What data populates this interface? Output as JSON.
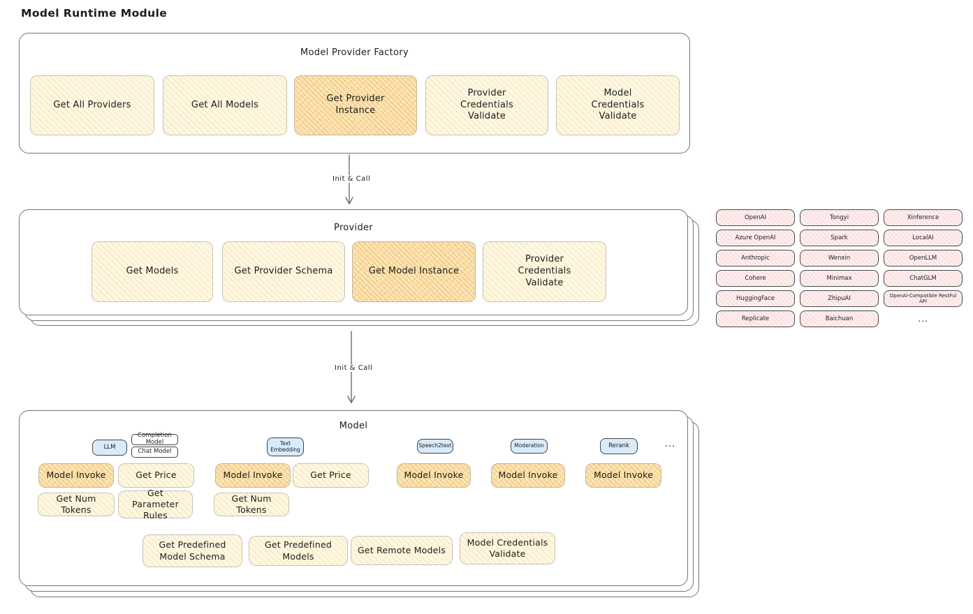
{
  "page_title": "Model Runtime Module",
  "arrows": {
    "factory_to_provider": "Init & Call",
    "provider_to_model": "Init & Call"
  },
  "factory": {
    "title": "Model Provider Factory",
    "buttons": [
      "Get All Providers",
      "Get All Models",
      "Get Provider Instance",
      "Provider Credentials Validate",
      "Model Credentials Validate"
    ]
  },
  "provider": {
    "title": "Provider",
    "buttons": [
      "Get Models",
      "Get Provider Schema",
      "Get Model Instance",
      "Provider Credentials Validate"
    ]
  },
  "model": {
    "title": "Model",
    "tabs": {
      "llm": "LLM",
      "completion_model": "Completion Model",
      "chat_model": "Chat Model",
      "text_embedding": "Text Embedding",
      "speech2text": "Speech2text",
      "moderation": "Moderation",
      "rerank": "Rerank",
      "more": "..."
    },
    "buttons": {
      "model_invoke": "Model Invoke",
      "get_price": "Get Price",
      "get_num_tokens": "Get Num Tokens",
      "get_parameter_rules": "Get Parameter Rules",
      "get_predefined_model_schema": "Get Predefined Model Schema",
      "get_predefined_models": "Get Predefined Models",
      "get_remote_models": "Get Remote Models",
      "model_credentials_validate": "Model Credentials Validate"
    }
  },
  "providers_grid": {
    "items": [
      "OpenAI",
      "Tongyi",
      "Xinference",
      "Azure OpenAI",
      "Spark",
      "LocalAI",
      "Anthropic",
      "Wenxin",
      "OpenLLM",
      "Cohere",
      "Minimax",
      "ChatGLM",
      "HuggingFace",
      "ZhipuAI",
      "OpenAI-Compatible RestFul API",
      "Replicate",
      "Baichuan"
    ],
    "more": "..."
  },
  "colors": {
    "yellow_base": "#fdf7e3",
    "yellow_hatch": "rgba(240,205,125,0.38)",
    "orange_base": "#fbe7ba",
    "orange_hatch": "rgba(238,178,88,0.5)",
    "blue_base": "#d9eaf8",
    "pink_base": "#fdefee",
    "pink_hatch": "rgba(225,140,140,0.25)",
    "pill_border": "#3e444b",
    "box_border": "#757575",
    "dotted_border": "#8f8f8f",
    "text": "#1c1c1c",
    "arrow": "#6d6d6d"
  }
}
